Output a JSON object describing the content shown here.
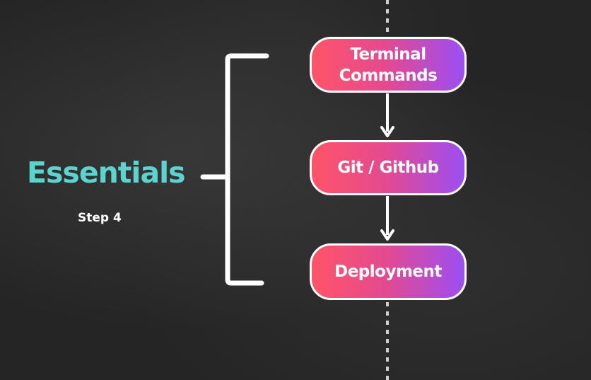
{
  "title": "Essentials",
  "subtitle": "Step 4",
  "steps": [
    {
      "label": "Terminal\nCommands"
    },
    {
      "label": "Git / Github"
    },
    {
      "label": "Deployment"
    }
  ],
  "colors": {
    "title": "#5dd3cf",
    "pill_gradient_start": "#ff5468",
    "pill_gradient_end": "#9b4ef5",
    "line": "#ffffff",
    "background": "#252525"
  }
}
